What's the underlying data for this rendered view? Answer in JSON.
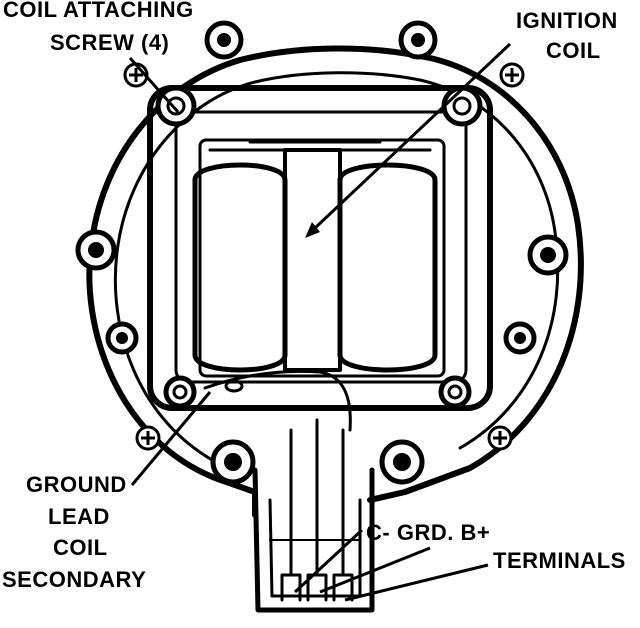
{
  "labels": {
    "coil_attaching_line1": "COIL ATTACHING",
    "coil_attaching_line2": "SCREW (4)",
    "ignition_line1": "IGNITION",
    "ignition_line2": "COIL",
    "ground_line1": "GROUND",
    "ground_line2": "LEAD",
    "ground_line3": "COIL",
    "ground_line4": "SECONDARY",
    "terminal_pins": "C- GRD. B+",
    "terminals": "TERMINALS"
  },
  "colors": {
    "ink": "#000000",
    "paper": "#ffffff"
  }
}
